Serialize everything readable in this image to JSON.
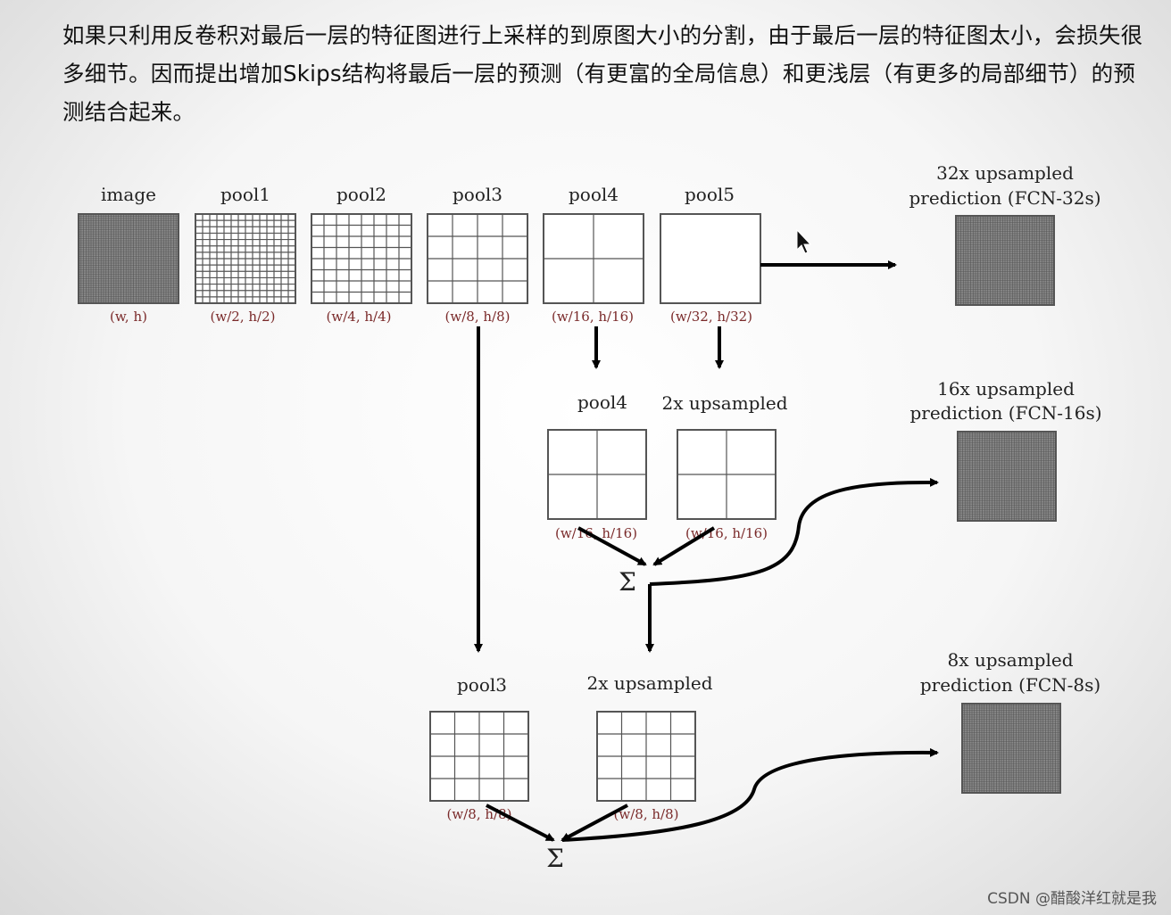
{
  "intro": {
    "text": "如果只利用反卷积对最后一层的特征图进行上采样的到原图大小的分割，由于最后一层的特征图太小，会损失很多细节。因而提出增加Skips结构将最后一层的预测（有更富的全局信息）和更浅层（有更多的局部细节）的预测结合起来。"
  },
  "diagram": {
    "top_row": [
      {
        "label": "image",
        "grid": 40,
        "dim": "(w, h)"
      },
      {
        "label": "pool1",
        "grid": 14,
        "dim": "(w/2, h/2)"
      },
      {
        "label": "pool2",
        "grid": 8,
        "dim": "(w/4, h/4)"
      },
      {
        "label": "pool3",
        "grid": 4,
        "dim": "(w/8, h/8)"
      },
      {
        "label": "pool4",
        "grid": 2,
        "dim": "(w/16, h/16)"
      },
      {
        "label": "pool5",
        "grid": 1,
        "dim": "(w/32, h/32)"
      }
    ],
    "mid_row": [
      {
        "label": "pool4",
        "grid": 2,
        "dim": "(w/16, h/16)"
      },
      {
        "label": "2x upsampled",
        "grid": 2,
        "dim": "(w/16, h/16)"
      }
    ],
    "bottom_row": [
      {
        "label": "pool3",
        "grid": 4,
        "dim": "(w/8, h/8)"
      },
      {
        "label": "2x upsampled",
        "grid": 4,
        "dim": "(w/8, h/8)"
      }
    ],
    "outputs": [
      {
        "line1": "32x upsampled",
        "line2": "prediction (FCN-32s)",
        "grid": 40
      },
      {
        "line1": "16x upsampled",
        "line2": "prediction (FCN-16s)",
        "grid": 40
      },
      {
        "line1": "8x upsampled",
        "line2": "prediction (FCN-8s)",
        "grid": 40
      }
    ],
    "sum_symbol": "Σ"
  },
  "watermark": "CSDN @醋酸洋红就是我",
  "colors": {
    "grid_line": "#555555",
    "dim_text": "#7a2a2a",
    "arrow": "#000000"
  }
}
